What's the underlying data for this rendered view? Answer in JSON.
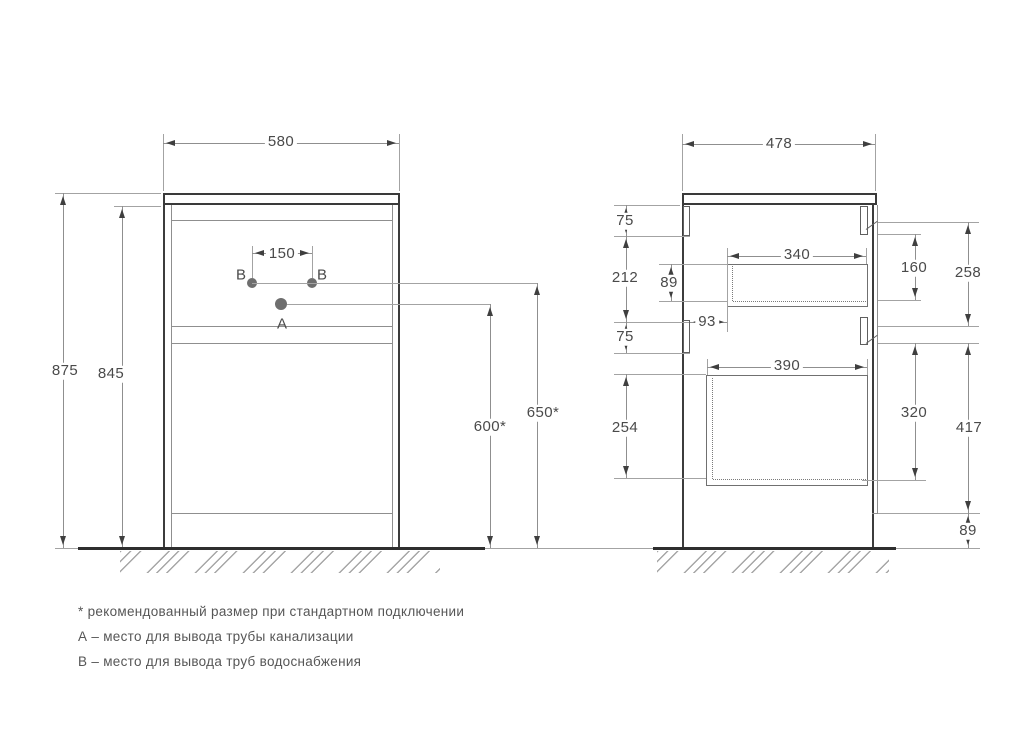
{
  "front": {
    "width": "580",
    "overall_height": "875",
    "cabinet_height": "845",
    "outlet_spacing": "150",
    "water_outlet_left": "В",
    "water_outlet_right": "В",
    "drain_outlet": "А",
    "drain_height": "600*",
    "water_height": "650*"
  },
  "side": {
    "depth": "478",
    "top_rail": "75",
    "rail_spacing": "212",
    "bottom_rail": "75",
    "drawer1_inner": "89",
    "back_gap": "93",
    "drawer1_len": "340",
    "drawer1_front": "160",
    "rail_span": "258",
    "drawer2_len": "390",
    "drawer2_inner": "254",
    "drawer2_front": "320",
    "lower_span": "417",
    "floor_gap": "89"
  },
  "notes": {
    "line1": "* рекомендованный размер при стандартном подключении",
    "line2": "А – место для вывода трубы канализации",
    "line3": "В – место для вывода труб водоснабжения"
  },
  "colors": {
    "outline": "#3a3a3a",
    "dimension_line": "#8f8f8f",
    "text": "#4a4a4a",
    "marker": "#6e6e6e"
  }
}
